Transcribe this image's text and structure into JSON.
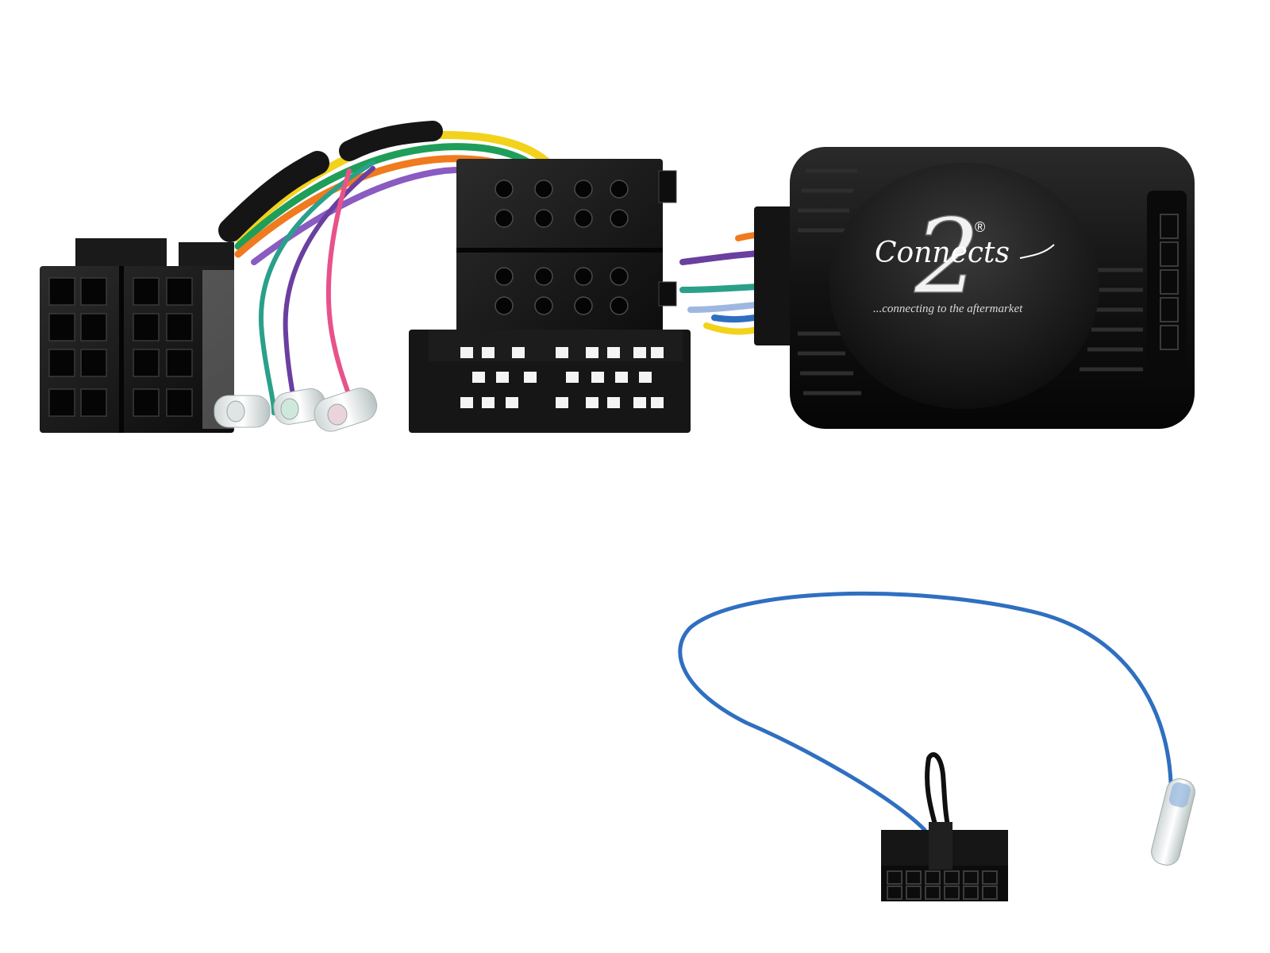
{
  "scene": {
    "description_items": [
      "iso-harness-connector",
      "vehicle-harness-connector",
      "interface-module",
      "patch-lead"
    ]
  },
  "logo": {
    "numeral": "2",
    "word": "Connects",
    "registered_mark": "®",
    "tagline": "...connecting to the aftermarket"
  },
  "colors": {
    "module_body": "#111111",
    "connector_body": "#1a1a1a",
    "wire_yellow": "#f2d21b",
    "wire_green": "#1f9e5a",
    "wire_orange": "#f07a1e",
    "wire_purple": "#6a3fa0",
    "wire_pink": "#e8528a",
    "wire_blue": "#2f6fc0",
    "wire_teal": "#2aa08a",
    "spade_terminal": "#eef2f2"
  }
}
